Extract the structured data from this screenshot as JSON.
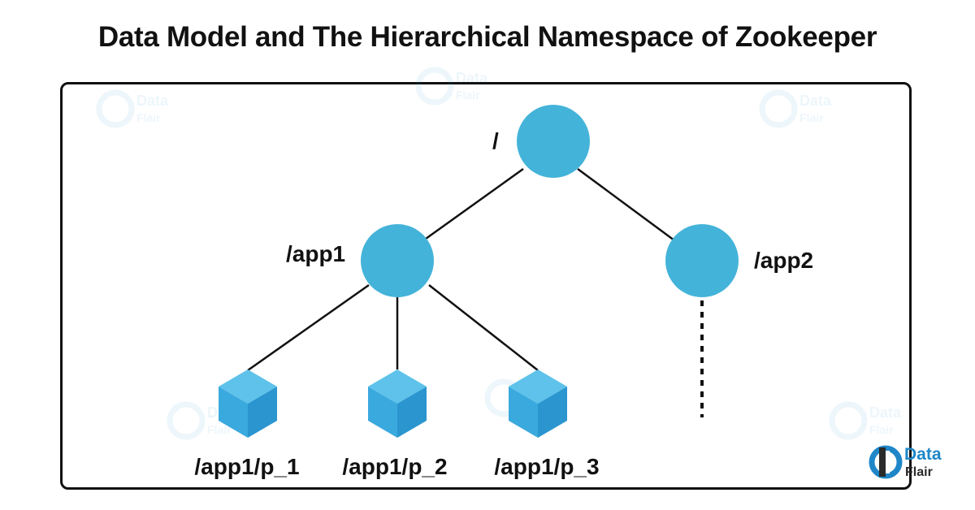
{
  "title": "Data Model and The Hierarchical Namespace of Zookeeper",
  "colors": {
    "node": "#44b3d9",
    "leaf_top": "#5ec2ea",
    "leaf_left": "#3aa9de",
    "leaf_right": "#2a95cf",
    "edge": "#111111",
    "brand": "#1f87c8"
  },
  "nodes": {
    "root": {
      "label": "/"
    },
    "app1": {
      "label": "/app1"
    },
    "app2": {
      "label": "/app2"
    },
    "p1": {
      "label": "/app1/p_1"
    },
    "p2": {
      "label": "/app1/p_2"
    },
    "p3": {
      "label": "/app1/p_3"
    }
  },
  "logo": {
    "line1": "Data",
    "line2": "Flair"
  }
}
